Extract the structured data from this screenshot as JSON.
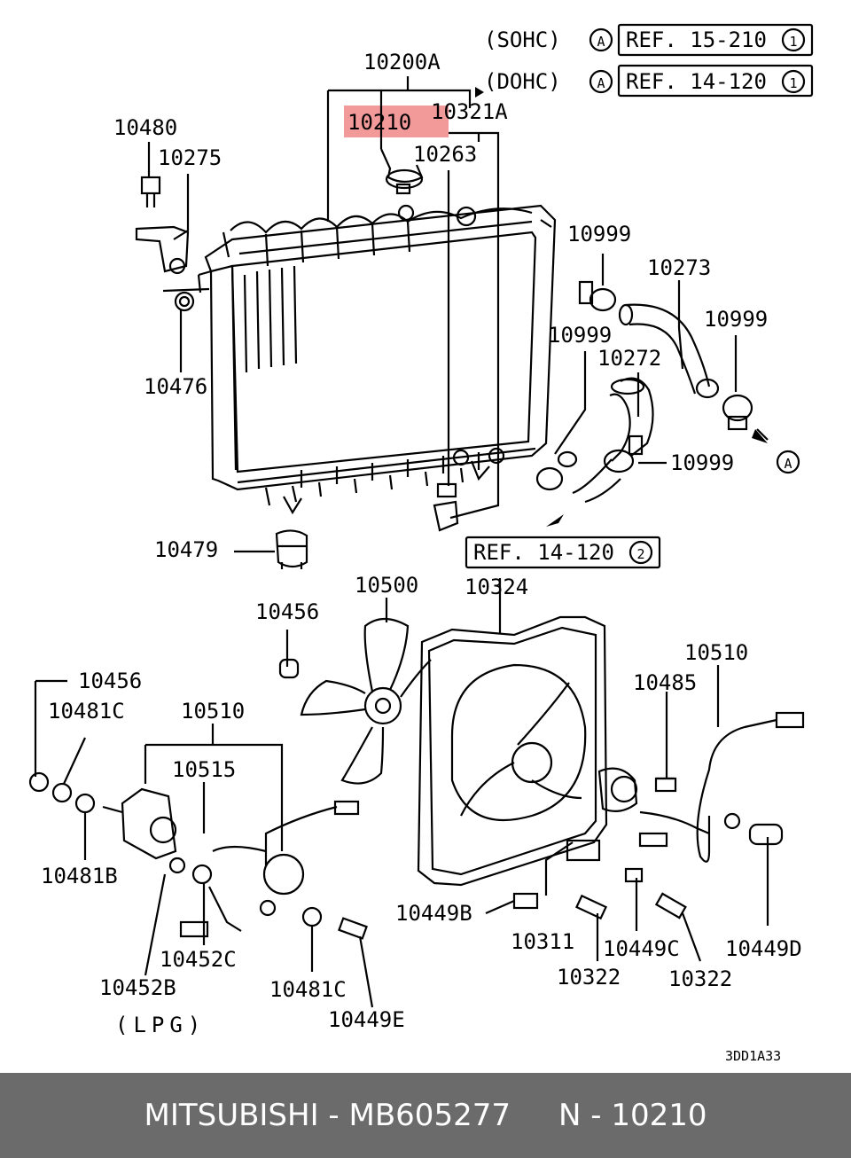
{
  "refs": {
    "sohc": {
      "engine": "(SOHC)",
      "circle": "A",
      "ref": "REF. 15-210",
      "num": "1"
    },
    "dohc": {
      "engine": "(DOHC)",
      "circle": "A",
      "ref": "REF. 14-120",
      "num": "1"
    },
    "lower": {
      "ref": "REF. 14-120",
      "num": "2"
    },
    "arrow_target": "A"
  },
  "highlight_color": "#f29a9a",
  "parts": {
    "p10200A": "10200A",
    "p10210": "10210",
    "p10321A": "10321A",
    "p10263": "10263",
    "p10480": "10480",
    "p10275": "10275",
    "p10476": "10476",
    "p10479": "10479",
    "p10999a": "10999",
    "p10273": "10273",
    "p10999b": "10999",
    "p10999c": "10999",
    "p10272": "10272",
    "p10999d": "10999",
    "p10500": "10500",
    "p10324": "10324",
    "p10456a": "10456",
    "p10456b": "10456",
    "p10481C_a": "10481C",
    "p10510a": "10510",
    "p10515": "10515",
    "p10481B": "10481B",
    "p10452C": "10452C",
    "p10452B": "10452B",
    "lpg": "(LPG)",
    "p10481C_b": "10481C",
    "p10449E": "10449E",
    "p10510b": "10510",
    "p10485": "10485",
    "p10449B": "10449B",
    "p10311": "10311",
    "p10322a": "10322",
    "p10449C": "10449C",
    "p10322b": "10322",
    "p10449D": "10449D",
    "code": "3DD1A33"
  },
  "footer": {
    "brand": "MITSUBISHI",
    "sep1": " - ",
    "part_no": "MB605277",
    "gap": "     ",
    "ref": "N - 10210"
  }
}
